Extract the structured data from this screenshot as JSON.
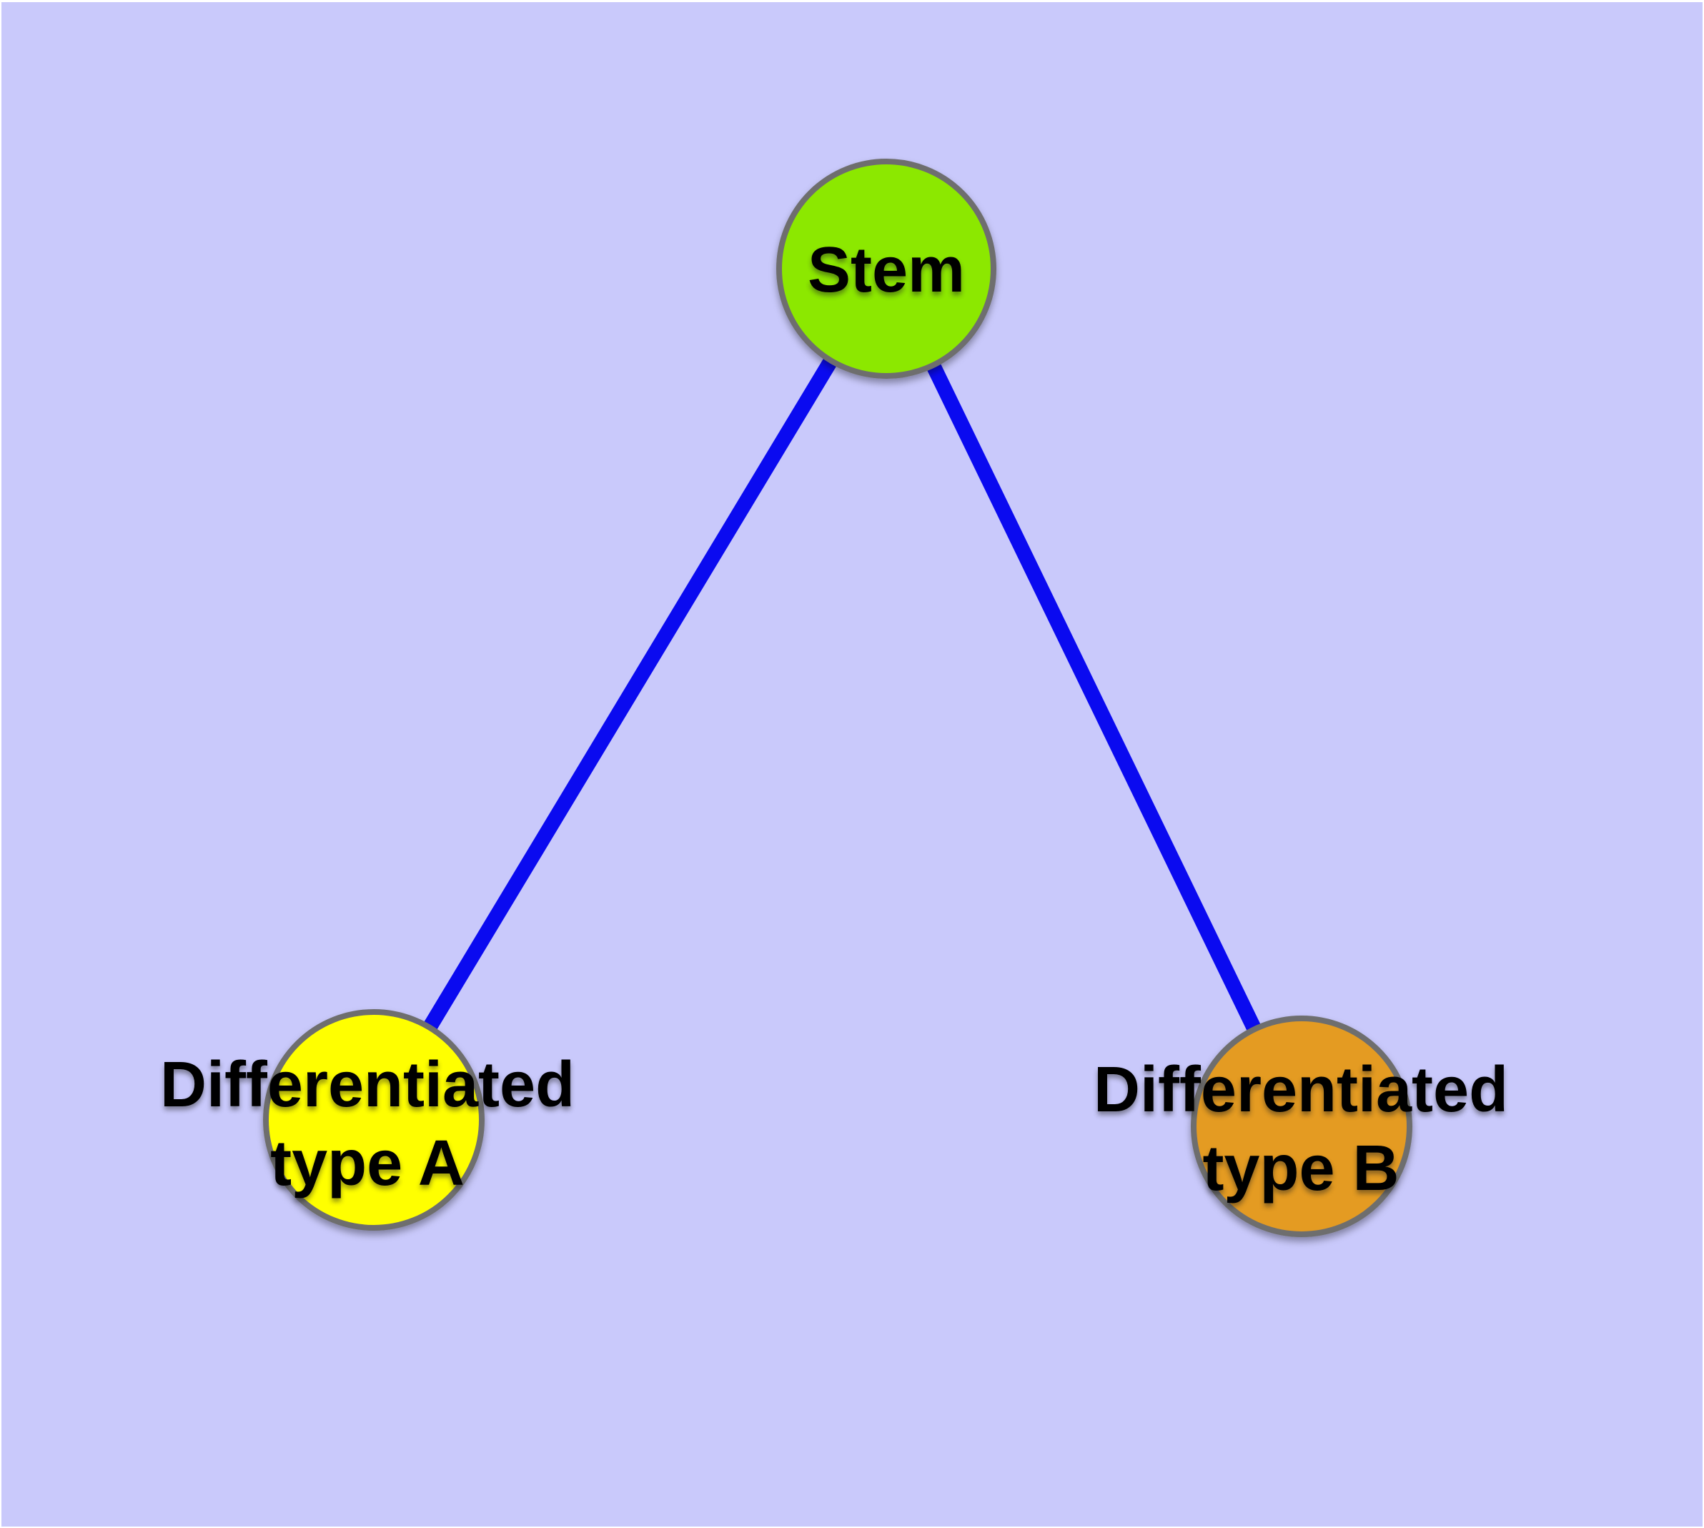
{
  "diagram": {
    "background_color": "#C9C9FB",
    "edge_color": "#0A0AF0",
    "node_border_color": "#6E6E6E",
    "label_color": "#000000",
    "nodes": [
      {
        "id": "stem",
        "lines": [
          "Stem"
        ],
        "fill": "#8CE800"
      },
      {
        "id": "differentiated-type-a",
        "lines": [
          "Differentiated",
          "type A"
        ],
        "fill": "#FFFF00"
      },
      {
        "id": "differentiated-type-b",
        "lines": [
          "Differentiated",
          "type B"
        ],
        "fill": "#E49B23"
      }
    ],
    "edges": [
      {
        "from": "stem",
        "to": "differentiated-type-a"
      },
      {
        "from": "stem",
        "to": "differentiated-type-b"
      }
    ]
  }
}
